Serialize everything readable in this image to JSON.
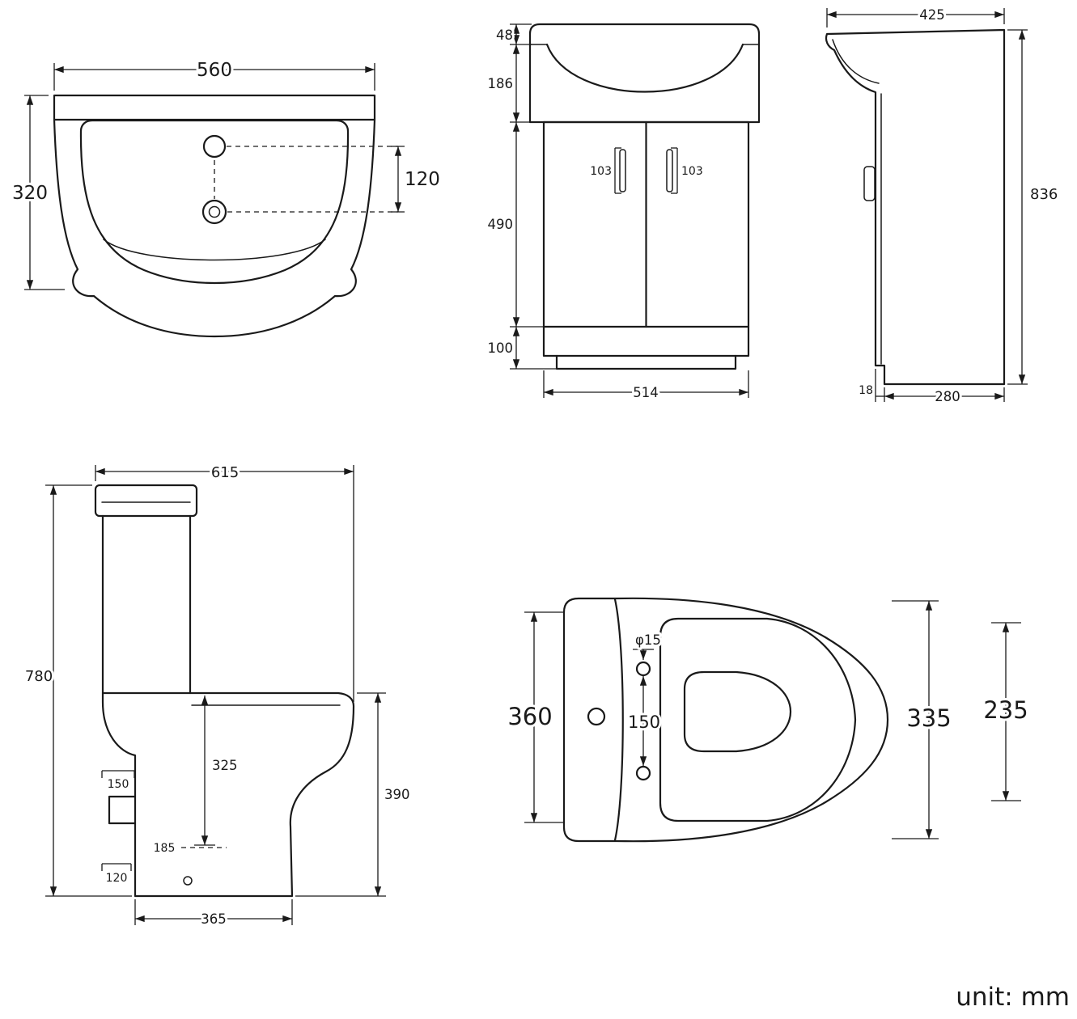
{
  "unit_label": "unit: mm",
  "line_color": "#1a1a1a",
  "views": {
    "basin_top": {
      "width": "560",
      "depth": "320",
      "hole_spacing": "120"
    },
    "vanity_front": {
      "rim_height": "48",
      "basin_height": "186",
      "door_height": "490",
      "plinth_height": "100",
      "handle_left": "103",
      "handle_right": "103",
      "cabinet_width": "514"
    },
    "vanity_side": {
      "depth": "425",
      "height": "836",
      "toe_kick": "18",
      "base_depth": "280"
    },
    "toilet_side": {
      "depth": "615",
      "height": "780",
      "inner_height": "325",
      "bowl_height": "390",
      "outlet_width": "150",
      "outlet_center": "185",
      "outlet_offset": "120",
      "base_length": "365"
    },
    "toilet_top": {
      "cistern_width": "360",
      "hole_diameter": "φ15",
      "hole_spacing": "150",
      "bowl_width": "335",
      "seat_width": "235"
    }
  }
}
